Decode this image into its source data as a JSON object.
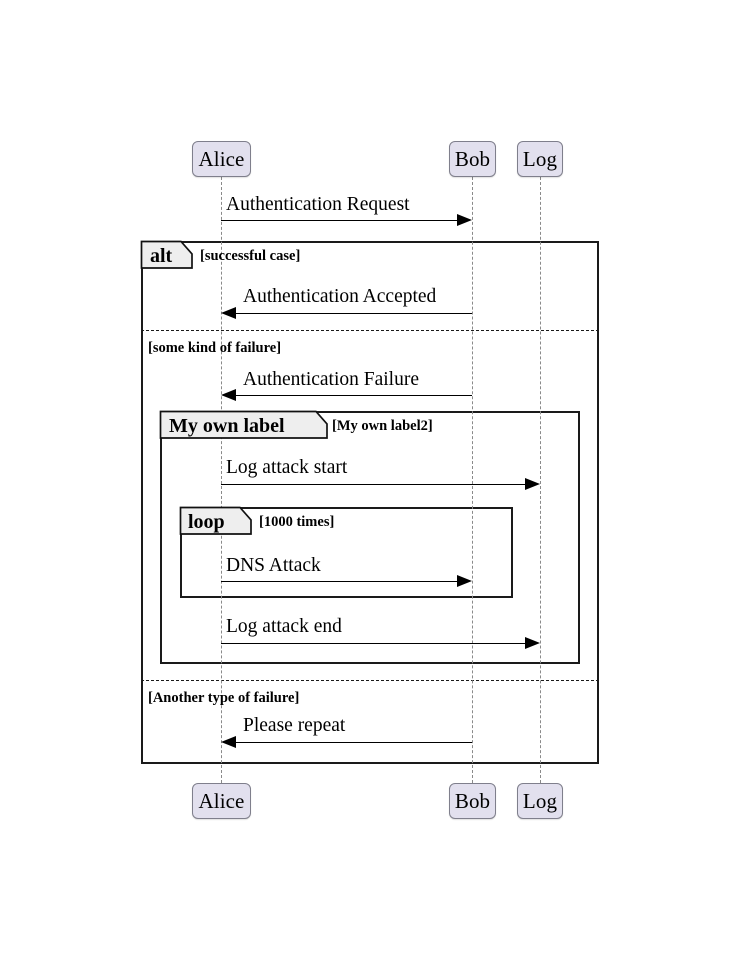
{
  "diagram": {
    "type": "uml-sequence-diagram",
    "background": "#ffffff",
    "participant_fill": "#e2e0ee",
    "participant_stroke": "#7f7f8c",
    "fragment_tab_fill": "#eeeeee",
    "fragment_stroke": "#1a1a1a",
    "lifeline_stroke": "#8a8a8a"
  },
  "participants": [
    {
      "id": "alice",
      "label": "Alice"
    },
    {
      "id": "bob",
      "label": "Bob"
    },
    {
      "id": "log",
      "label": "Log"
    }
  ],
  "participants_bottom": [
    {
      "id": "alice",
      "label": "Alice"
    },
    {
      "id": "bob",
      "label": "Bob"
    },
    {
      "id": "log",
      "label": "Log"
    }
  ],
  "messages": [
    {
      "id": "m1",
      "text": "Authentication Request",
      "from": "alice",
      "to": "bob",
      "direction": "right"
    },
    {
      "id": "m2",
      "text": "Authentication Accepted",
      "from": "bob",
      "to": "alice",
      "direction": "left"
    },
    {
      "id": "m3",
      "text": "Authentication Failure",
      "from": "bob",
      "to": "alice",
      "direction": "left"
    },
    {
      "id": "m4",
      "text": "Log attack start",
      "from": "alice",
      "to": "log",
      "direction": "right"
    },
    {
      "id": "m5",
      "text": "DNS Attack",
      "from": "alice",
      "to": "bob",
      "direction": "right"
    },
    {
      "id": "m6",
      "text": "Log attack end",
      "from": "alice",
      "to": "log",
      "direction": "right"
    },
    {
      "id": "m7",
      "text": "Please repeat",
      "from": "bob",
      "to": "alice",
      "direction": "left"
    }
  ],
  "fragments": [
    {
      "id": "alt",
      "operator": "alt",
      "guards": [
        "[successful case]",
        "[some kind of failure]",
        "[Another type of failure]"
      ]
    },
    {
      "id": "myownlabel",
      "operator": "My own label",
      "guards": [
        "[My own label2]"
      ]
    },
    {
      "id": "loop",
      "operator": "loop",
      "guards": [
        "[1000 times]"
      ]
    }
  ],
  "labels": {
    "alt_operator": "alt",
    "alt_guard_1": "[successful case]",
    "alt_guard_2": "[some kind of failure]",
    "alt_guard_3": "[Another type of failure]",
    "myown_operator": "My own label",
    "myown_guard": "[My own label2]",
    "loop_operator": "loop",
    "loop_guard": "[1000 times]"
  }
}
